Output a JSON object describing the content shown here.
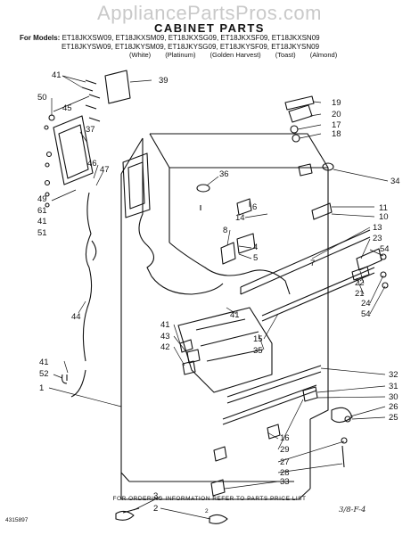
{
  "watermark": "AppliancePartsPros.com",
  "title": "CABINET PARTS",
  "models": {
    "label": "For Models:",
    "line1": "ET18JKXSW09, ET18JKXSM09, ET18JKXSG09, ET18JKXSF09, ET18JKXSN09",
    "line2": "ET18JKYSW09, ET18JKYSM09, ET18JKYSG09, ET18JKYSF09, ET18JKYSN09"
  },
  "colors": [
    "(White)",
    "(Platinum)",
    "(Golden Harvest)",
    "(Toast)",
    "(Almond)"
  ],
  "callouts": {
    "c41a": "41",
    "c39": "39",
    "c50": "50",
    "c45": "45",
    "c37": "37",
    "c19": "19",
    "c20": "20",
    "c17": "17",
    "c18": "18",
    "c36": "36",
    "c46": "46",
    "c47": "47",
    "c49": "49",
    "c61": "61",
    "c41b": "41",
    "c51": "51",
    "c34": "34",
    "c6": "6",
    "c14": "14",
    "c8": "8",
    "c4": "4",
    "c5": "5",
    "c7": "7",
    "c11": "11",
    "c10": "10",
    "c13": "13",
    "c23": "23",
    "c54a": "54",
    "c22": "22",
    "c21": "21",
    "c24": "24",
    "c54b": "54",
    "c44": "44",
    "c41c": "41",
    "c41d": "41",
    "c43": "43",
    "c42": "42",
    "c15": "15",
    "c35": "35",
    "c41e": "41",
    "c52": "52",
    "c1": "1",
    "c32": "32",
    "c31": "31",
    "c30": "30",
    "c26": "26",
    "c25": "25",
    "c16": "16",
    "c29": "29",
    "c27": "27",
    "c28": "28",
    "c3": "3",
    "c2": "2",
    "c33": "33"
  },
  "footer_note": "FOR ORDERING INFORMATION REFER TO PARTS PRICE LIST",
  "document_number": "4315897",
  "page_number": "2",
  "handwritten_note": "3/8-F-4"
}
